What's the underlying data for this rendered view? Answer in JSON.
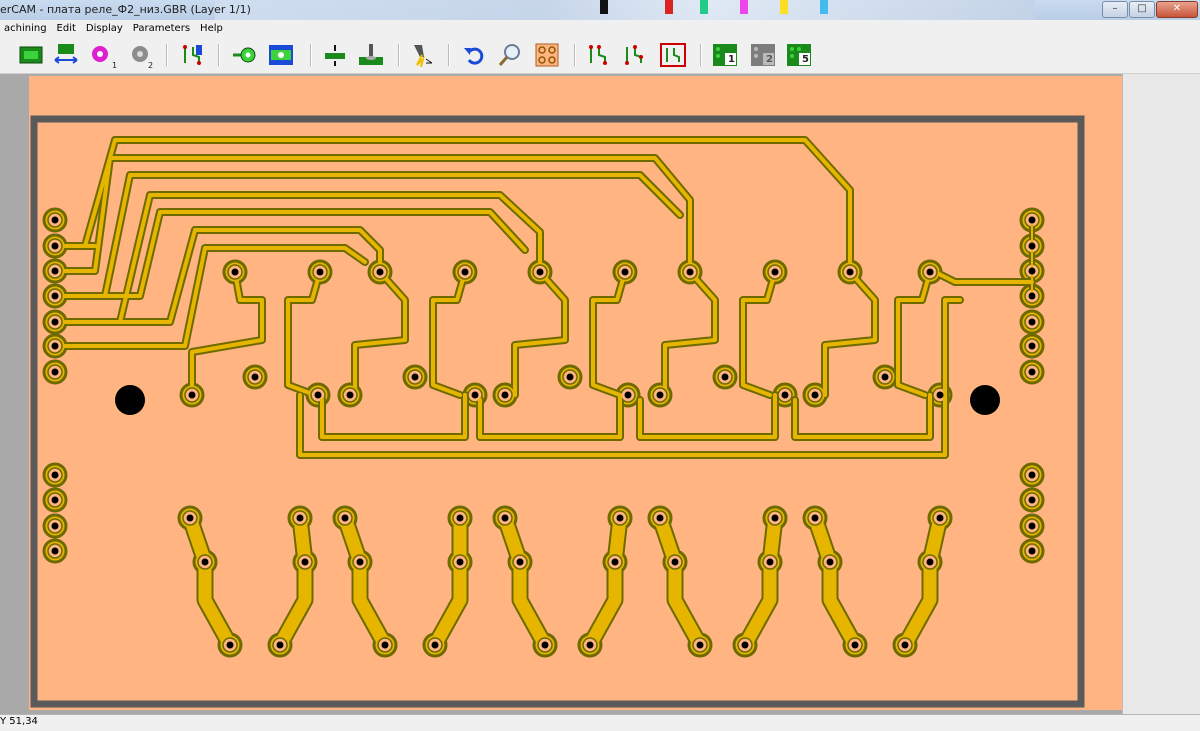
{
  "window": {
    "title": "erCAM  -  плата реле_Ф2_низ.GBR   (Layer 1/1)",
    "controls": [
      "–",
      "□",
      "✕"
    ]
  },
  "menu": {
    "items": [
      "achining",
      "Edit",
      "Display",
      "Parameters",
      "Help"
    ]
  },
  "toolbar": {
    "buttons": [
      {
        "name": "board-view",
        "icon": "board-icon"
      },
      {
        "name": "board-size",
        "icon": "board-arrows-icon"
      },
      {
        "name": "layer-1",
        "icon": "magenta-circle-icon",
        "badge": "1"
      },
      {
        "name": "layer-2",
        "icon": "gray-circle-icon",
        "badge": "2"
      },
      {
        "name": "drill-tracks",
        "icon": "tracks-icon"
      },
      {
        "name": "pad-isolation",
        "icon": "pad-icon"
      },
      {
        "name": "contour",
        "icon": "contour-icon"
      },
      {
        "name": "mill-center",
        "icon": "center-icon"
      },
      {
        "name": "mill-tool",
        "icon": "mill-tool-icon"
      },
      {
        "name": "laser",
        "icon": "laser-icon"
      },
      {
        "name": "undo",
        "icon": "undo-icon"
      },
      {
        "name": "zoom",
        "icon": "magnifier-icon"
      },
      {
        "name": "pcb-view",
        "icon": "pcb-pattern-icon"
      },
      {
        "name": "path-1",
        "icon": "path-icon"
      },
      {
        "name": "path-2",
        "icon": "path-icon"
      },
      {
        "name": "path-3",
        "icon": "path-frame-icon"
      },
      {
        "name": "pass-1",
        "icon": "pass-icon",
        "badge": "1"
      },
      {
        "name": "pass-2",
        "icon": "pass-icon",
        "badge": "2"
      },
      {
        "name": "pass-5",
        "icon": "pass-icon",
        "badge": "5"
      }
    ]
  },
  "status": {
    "coordinate": "Y 51,34"
  },
  "colors": {
    "board": "#ffb482",
    "trace_outline": "#6e6a00",
    "trace_fill": "#e6b500",
    "hole": "#000000",
    "frame": "#5a5a5a"
  }
}
